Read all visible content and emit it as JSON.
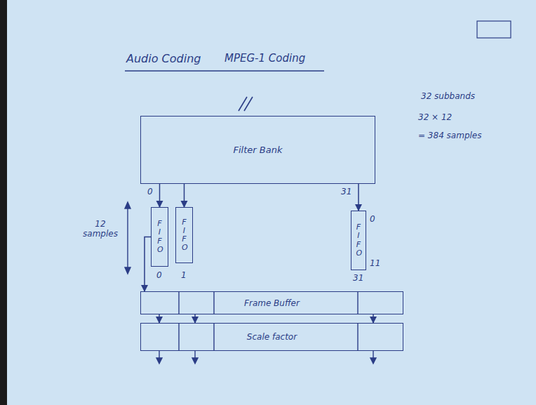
{
  "diagram": {
    "title": "Audio Coding",
    "nodes": [
      {
        "text": [
          "Filter Bank"
        ]
      },
      {
        "text": [
          "FIFO"
        ]
      },
      {
        "text": [
          "FIFO"
        ]
      },
      {
        "text": [
          "FIFO"
        ]
      },
      {
        "text": [
          "Frame Buffer"
        ]
      },
      {
        "text": [
          "Scale factor"
        ]
      }
    ],
    "edges": [
      {
        "from": 0,
        "to": 1,
        "arrow": "to"
      },
      {
        "from": 0,
        "to": 2,
        "arrow": "to"
      },
      {
        "from": 0,
        "to": 3,
        "arrow": "to"
      },
      {
        "from": 1,
        "to": 4,
        "arrow": "to"
      },
      {
        "from": 4,
        "to": 5,
        "arrow": "to"
      },
      {
        "from": 4,
        "to": 5,
        "arrow": "to"
      },
      {
        "from": 4,
        "to": 5,
        "arrow": "to"
      }
    ],
    "labels": [
      "MPEG-1 Coding",
      "0",
      "31",
      "0",
      "1",
      "31",
      "0",
      "11",
      "12 samples",
      "32 subbands",
      "32 × 12",
      "= 384 samples"
    ]
  }
}
